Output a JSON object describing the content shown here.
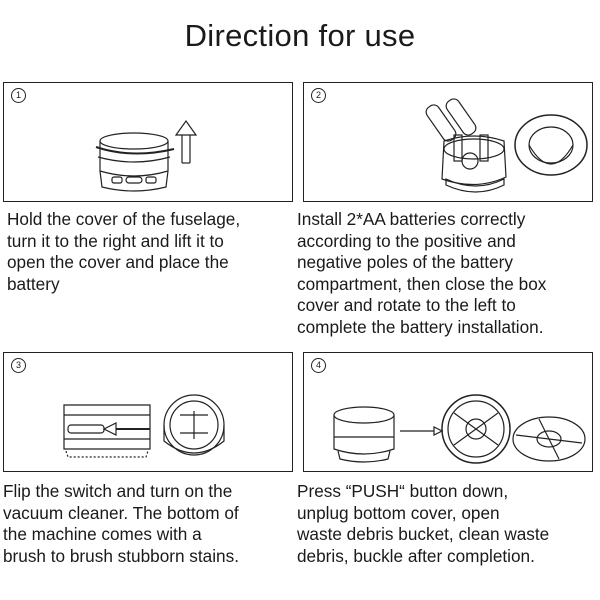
{
  "title": "Direction for use",
  "steps": [
    {
      "number": "1",
      "text": [
        "Hold the cover of the fuselage,",
        "turn it to the right and lift it to",
        "open the cover and place the",
        "battery"
      ]
    },
    {
      "number": "2",
      "text": [
        "Install 2*AA batteries correctly",
        "according to the positive and",
        "negative poles of the battery",
        "compartment, then close the box",
        "cover and rotate to the left to",
        "complete the battery installation."
      ]
    },
    {
      "number": "3",
      "text": [
        "Flip the switch and turn on the",
        "vacuum cleaner. The bottom of",
        "the machine comes with a",
        "brush to brush stubborn stains."
      ]
    },
    {
      "number": "4",
      "text": [
        "Press “PUSH“  button down,",
        "unplug bottom cover, open",
        "waste debris bucket, clean waste",
        "debris, buckle after completion."
      ]
    }
  ],
  "colors": {
    "line": "#222222",
    "text": "#1a1a1a",
    "background": "#ffffff"
  }
}
